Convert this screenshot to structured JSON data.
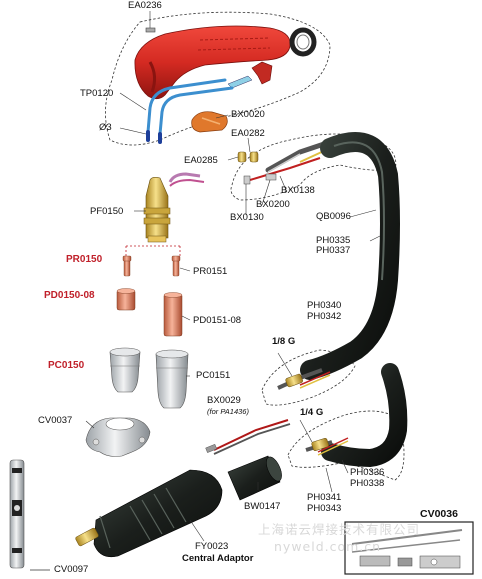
{
  "labels": {
    "ea0236": "EA0236",
    "tp0120": "TP0120",
    "o3": "Ø3",
    "bx0020": "BX0020",
    "ea0282": "EA0282",
    "ea0285": "EA0285",
    "bx0138": "BX0138",
    "bx0200": "BX0200",
    "bx0130": "BX0130",
    "pf0150": "PF0150",
    "qb0096": "QB0096",
    "ph0335": "PH0335",
    "ph0337": "PH0337",
    "pr0150": "PR0150",
    "pr0151": "PR0151",
    "pd0150_08": "PD0150-08",
    "pd0151_08": "PD0151-08",
    "ph0340": "PH0340",
    "ph0342": "PH0342",
    "g18": "1/8 G",
    "pc0150": "PC0150",
    "pc0151": "PC0151",
    "cv0037": "CV0037",
    "bx0029": "BX0029",
    "bx0029_note": "(for PA1436)",
    "g14": "1/4 G",
    "ph0336": "PH0336",
    "ph0338": "PH0338",
    "ph0341": "PH0341",
    "ph0343": "PH0343",
    "bw0147": "BW0147",
    "fy0023": "FY0023",
    "central_adaptor": "Central Adaptor",
    "cv0036": "CV0036",
    "cv0097": "CV0097"
  },
  "watermark": {
    "chinese": "上海诺云焊接技术有限公司",
    "url": "nyweld.com.cn"
  },
  "colors": {
    "handle_red": "#d42a22",
    "cable": "#2f3a34",
    "copper": "#e0805e",
    "brass": "#d9b84a",
    "highlight_red": "#c0202a"
  }
}
